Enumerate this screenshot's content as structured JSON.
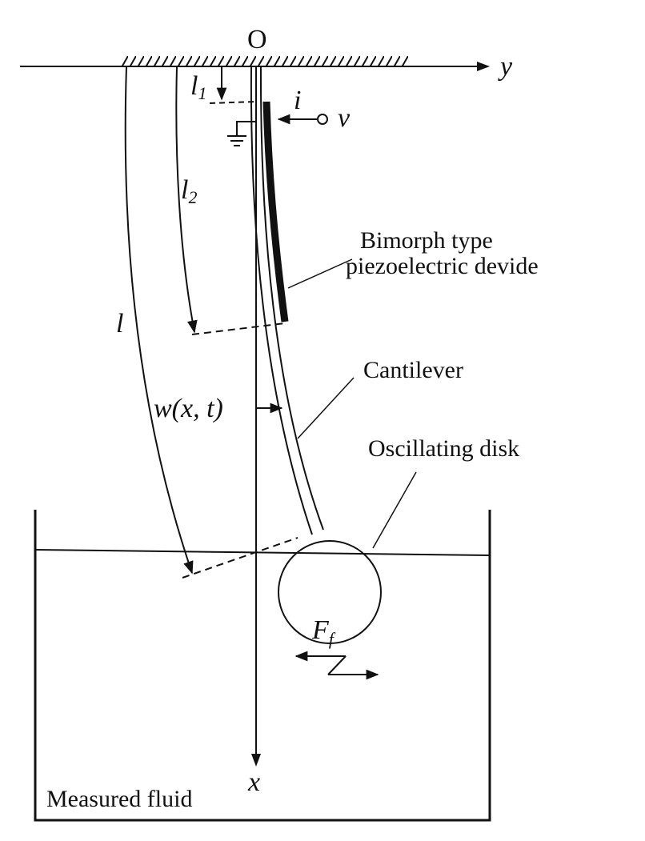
{
  "labels": {
    "origin": "O",
    "y_axis": "y",
    "x_axis": "x",
    "l1_base": "l",
    "l1_sub": "1",
    "l2_base": "l",
    "l2_sub": "2",
    "l": "l",
    "current": "i",
    "voltage": "v",
    "deflection": "w(x, t)",
    "force_base": "F",
    "force_sub": "f",
    "bimorph_line1": "Bimorph type",
    "bimorph_line2": "piezoelectric devide",
    "cantilever": "Cantilever",
    "disk": "Oscillating disk",
    "fluid": "Measured fluid"
  },
  "colors": {
    "ink": "#111111",
    "background": "#ffffff"
  }
}
